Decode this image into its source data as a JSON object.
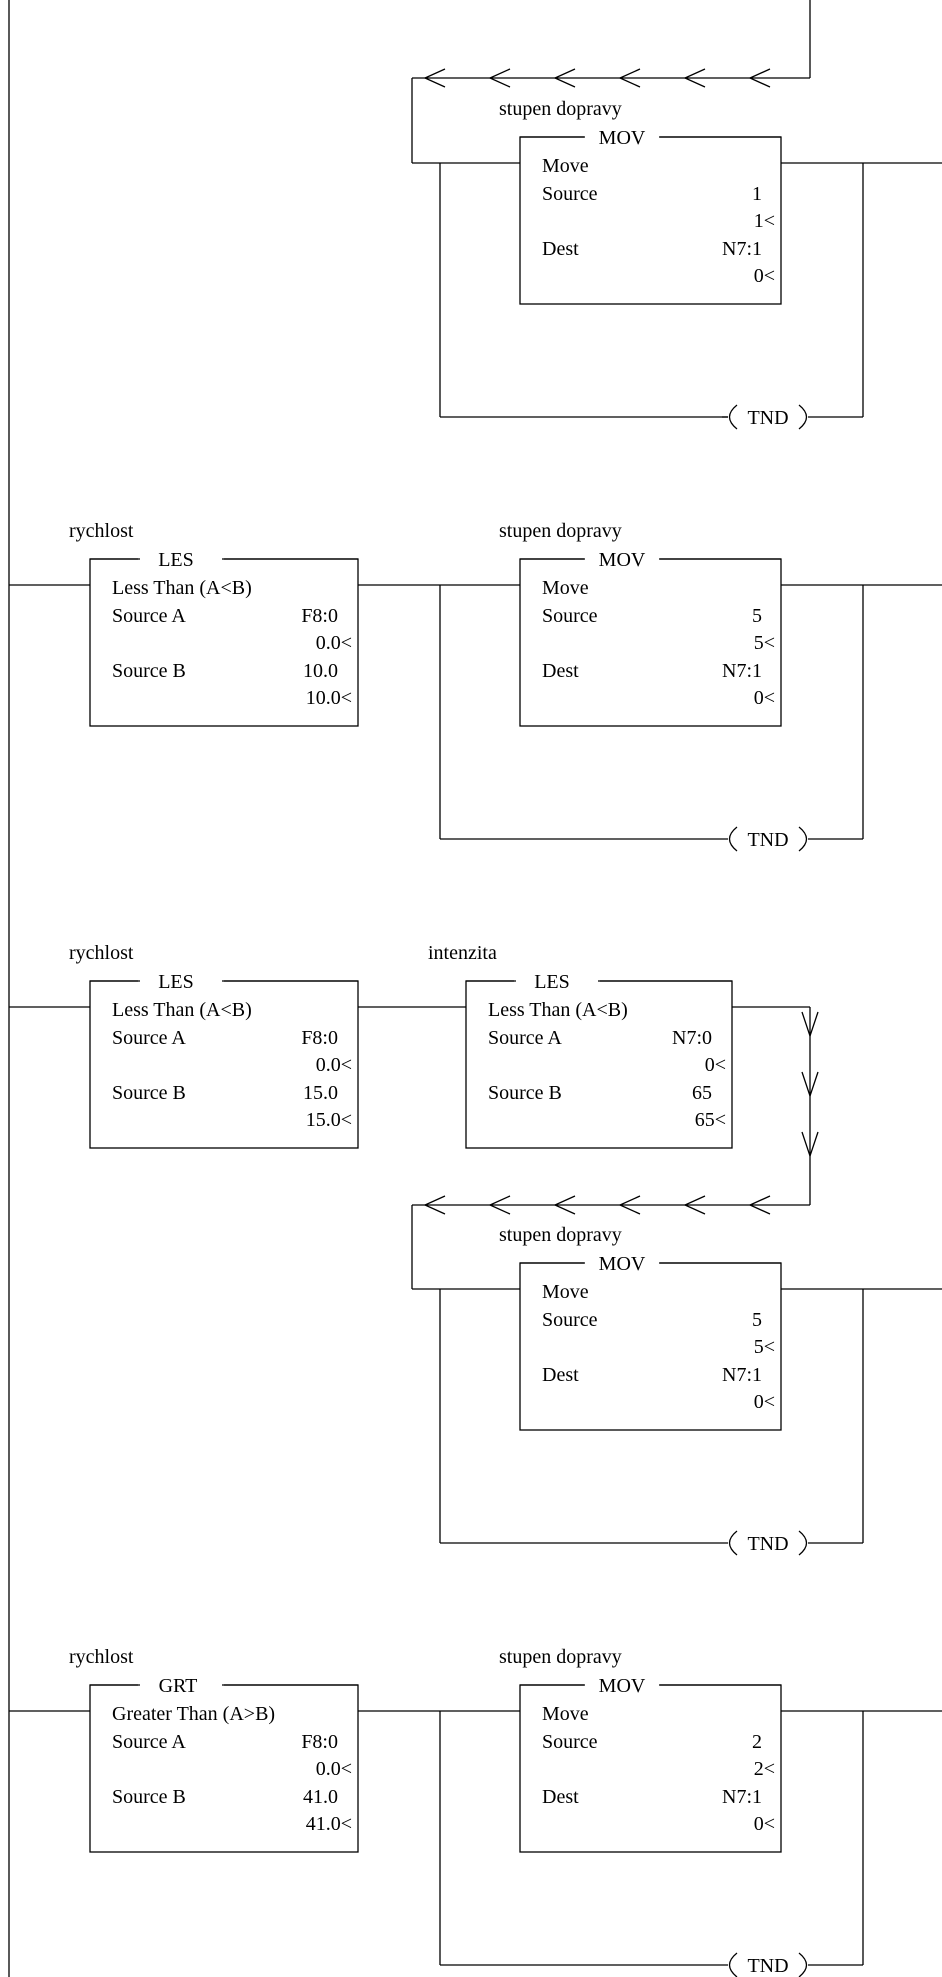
{
  "rungs": [
    {
      "instructions": [
        {
          "tag": "stupen dopravy",
          "mnemonic": "MOV",
          "desc": "Move",
          "rows": [
            {
              "label": "Source",
              "value": "1",
              "live": "1<"
            },
            {
              "label": "Dest",
              "value": "N7:1",
              "live": "0<"
            }
          ]
        }
      ],
      "tnd": "TND"
    },
    {
      "instructions": [
        {
          "tag": "rychlost",
          "mnemonic": "LES",
          "desc": "Less Than (A<B)",
          "rows": [
            {
              "label": "Source A",
              "value": "F8:0",
              "live": "0.0<"
            },
            {
              "label": "Source B",
              "value": "10.0",
              "live": "10.0<"
            }
          ]
        },
        {
          "tag": "stupen dopravy",
          "mnemonic": "MOV",
          "desc": "Move",
          "rows": [
            {
              "label": "Source",
              "value": "5",
              "live": "5<"
            },
            {
              "label": "Dest",
              "value": "N7:1",
              "live": "0<"
            }
          ]
        }
      ],
      "tnd": "TND"
    },
    {
      "instructions": [
        {
          "tag": "rychlost",
          "mnemonic": "LES",
          "desc": "Less Than (A<B)",
          "rows": [
            {
              "label": "Source A",
              "value": "F8:0",
              "live": "0.0<"
            },
            {
              "label": "Source B",
              "value": "15.0",
              "live": "15.0<"
            }
          ]
        },
        {
          "tag": "intenzita",
          "mnemonic": "LES",
          "desc": "Less Than (A<B)",
          "rows": [
            {
              "label": "Source A",
              "value": "N7:0",
              "live": "0<"
            },
            {
              "label": "Source B",
              "value": "65",
              "live": "65<"
            }
          ]
        },
        {
          "tag": "stupen dopravy",
          "mnemonic": "MOV",
          "desc": "Move",
          "rows": [
            {
              "label": "Source",
              "value": "5",
              "live": "5<"
            },
            {
              "label": "Dest",
              "value": "N7:1",
              "live": "0<"
            }
          ]
        }
      ],
      "tnd": "TND"
    },
    {
      "instructions": [
        {
          "tag": "rychlost",
          "mnemonic": "GRT",
          "desc": "Greater Than (A>B)",
          "rows": [
            {
              "label": "Source A",
              "value": "F8:0",
              "live": "0.0<"
            },
            {
              "label": "Source B",
              "value": "41.0",
              "live": "41.0<"
            }
          ]
        },
        {
          "tag": "stupen dopravy",
          "mnemonic": "MOV",
          "desc": "Move",
          "rows": [
            {
              "label": "Source",
              "value": "2",
              "live": "2<"
            },
            {
              "label": "Dest",
              "value": "N7:1",
              "live": "0<"
            }
          ]
        }
      ],
      "tnd": "TND"
    }
  ]
}
